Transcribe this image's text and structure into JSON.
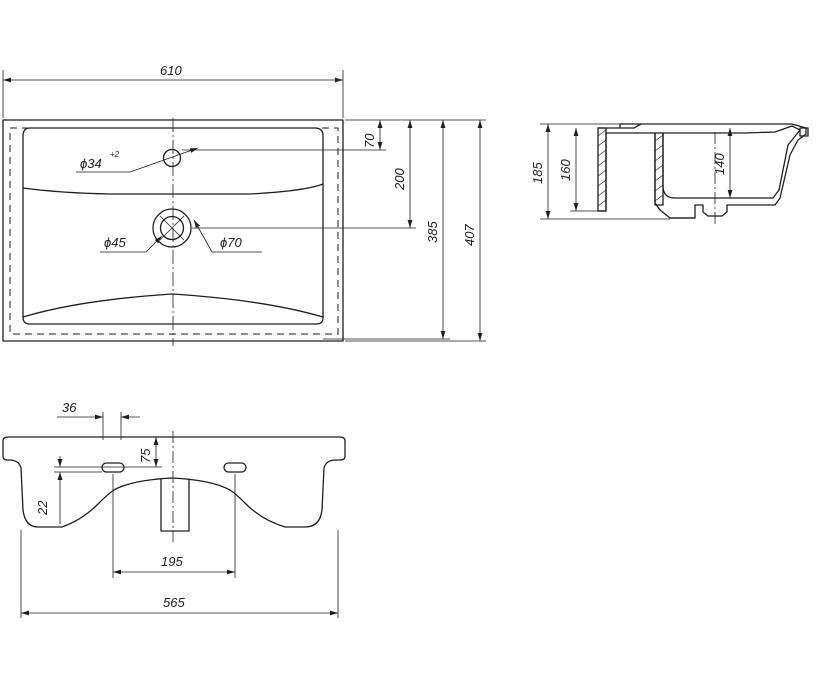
{
  "drawing": {
    "top_view": {
      "width": "610",
      "tap_hole": "ϕ34",
      "tap_hole_tolerance": "+2",
      "drain": "ϕ45",
      "drain_outer": "ϕ70",
      "tap_offset": "70",
      "drain_offset": "200",
      "inner_depth": "385",
      "total_depth": "407"
    },
    "side_section": {
      "height_total": "185",
      "height_body": "160",
      "bowl_depth": "140"
    },
    "front_view": {
      "bracket_hole_width": "36",
      "bracket_hole_height": "75",
      "bracket_hole_from_bottom": "22",
      "bracket_spacing": "195",
      "bottom_width": "565"
    }
  }
}
